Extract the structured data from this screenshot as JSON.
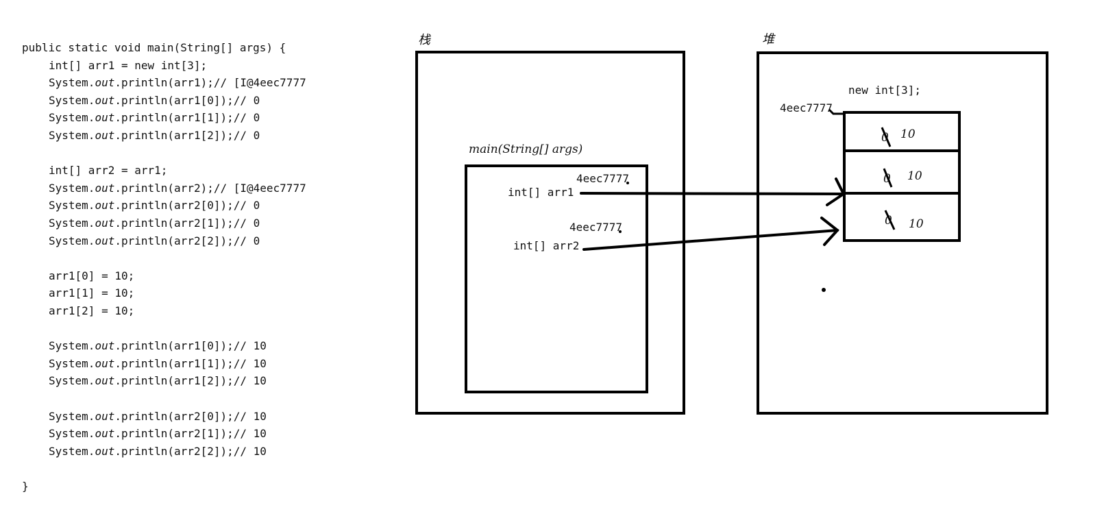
{
  "code": {
    "lines": [
      {
        "t": "plain",
        "text": "public static void main(String[] args) {",
        "indent": false
      },
      {
        "t": "plain",
        "text": "int[] arr1 = new int[3];",
        "indent": true
      },
      {
        "t": "println",
        "arg": "arr1",
        "comment": "// [I@4eec7777",
        "indent": true
      },
      {
        "t": "println",
        "arg": "arr1[0]",
        "comment": "// 0",
        "indent": true
      },
      {
        "t": "println",
        "arg": "arr1[1]",
        "comment": "// 0",
        "indent": true
      },
      {
        "t": "println",
        "arg": "arr1[2]",
        "comment": "// 0",
        "indent": true
      },
      {
        "t": "blank"
      },
      {
        "t": "plain",
        "text": "int[] arr2 = arr1;",
        "indent": true
      },
      {
        "t": "println",
        "arg": "arr2",
        "comment": "// [I@4eec7777",
        "indent": true
      },
      {
        "t": "println",
        "arg": "arr2[0]",
        "comment": "// 0",
        "indent": true
      },
      {
        "t": "println",
        "arg": "arr2[1]",
        "comment": "// 0",
        "indent": true
      },
      {
        "t": "println",
        "arg": "arr2[2]",
        "comment": "// 0",
        "indent": true
      },
      {
        "t": "blank"
      },
      {
        "t": "plain",
        "text": "arr1[0] = 10;",
        "indent": true
      },
      {
        "t": "plain",
        "text": "arr1[1] = 10;",
        "indent": true
      },
      {
        "t": "plain",
        "text": "arr1[2] = 10;",
        "indent": true
      },
      {
        "t": "blank"
      },
      {
        "t": "println",
        "arg": "arr1[0]",
        "comment": "// 10",
        "indent": true
      },
      {
        "t": "println",
        "arg": "arr1[1]",
        "comment": "// 10",
        "indent": true
      },
      {
        "t": "println",
        "arg": "arr1[2]",
        "comment": "// 10",
        "indent": true
      },
      {
        "t": "blank"
      },
      {
        "t": "println",
        "arg": "arr2[0]",
        "comment": "// 10",
        "indent": true
      },
      {
        "t": "println",
        "arg": "arr2[1]",
        "comment": "// 10",
        "indent": true
      },
      {
        "t": "println",
        "arg": "arr2[2]",
        "comment": "// 10",
        "indent": true
      },
      {
        "t": "blank"
      },
      {
        "t": "plain",
        "text": "}",
        "indent": false
      }
    ],
    "println_prefix": "System.",
    "println_field": "out",
    "println_method": ".println("
  },
  "diagram": {
    "stack_title": "栈",
    "heap_title": "堆",
    "frame_label": "main(String[] args)",
    "arr1_label": "int[] arr1",
    "arr2_label": "int[] arr2",
    "arr1_address": "4eec7777",
    "arr2_address": "4eec7777",
    "heap_address": "4eec7777",
    "heap_new_label": "new int[3];",
    "cells": [
      {
        "old": "0",
        "new": "10"
      },
      {
        "old": "0",
        "new": "10"
      },
      {
        "old": "0",
        "new": "10"
      }
    ]
  }
}
